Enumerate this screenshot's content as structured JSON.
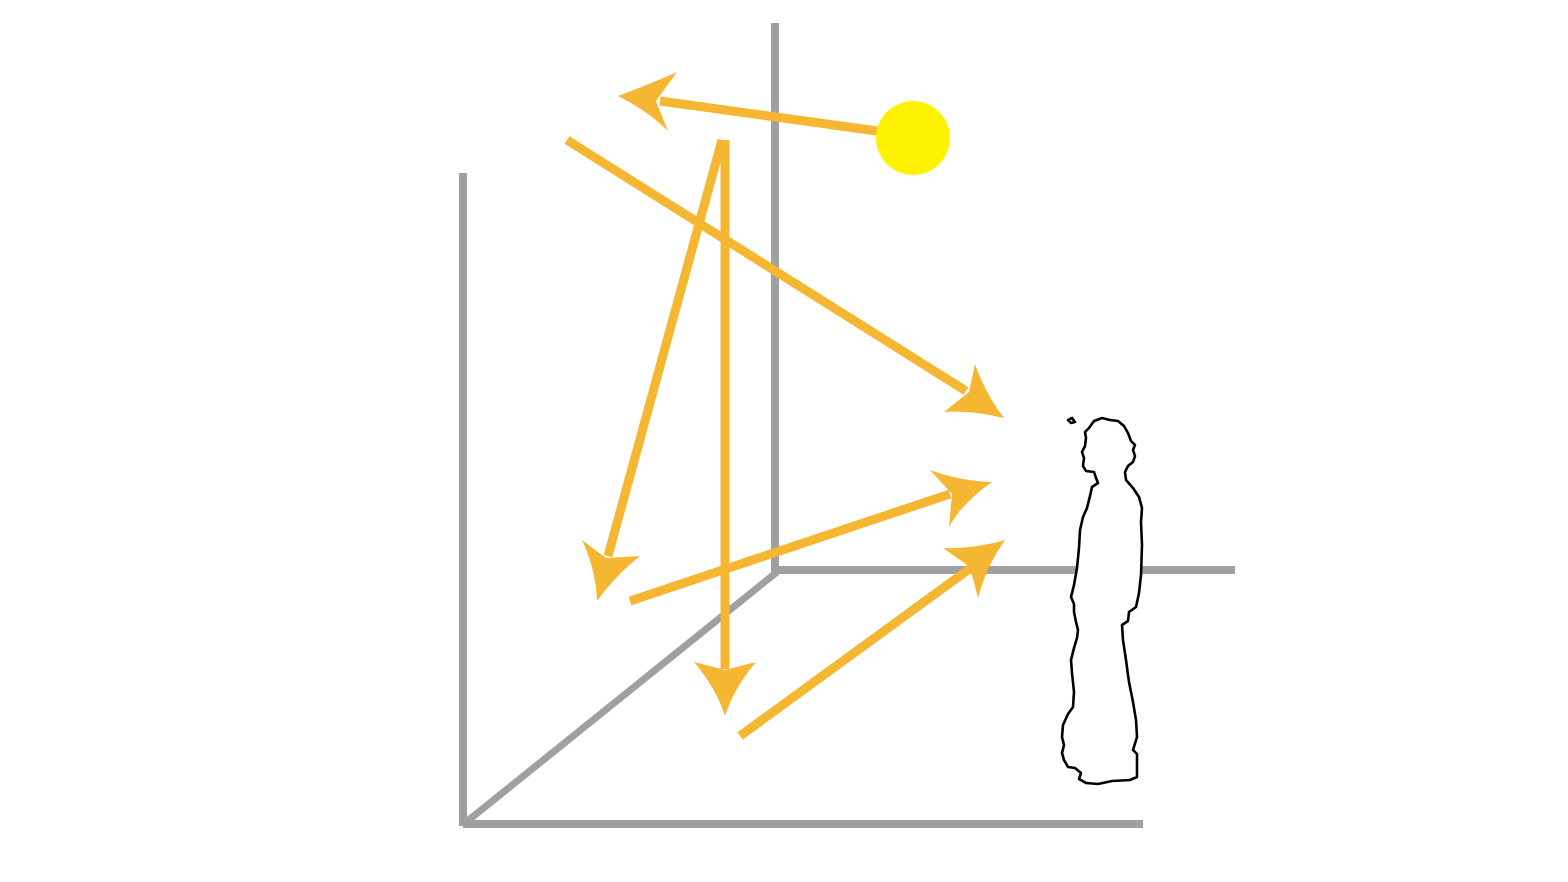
{
  "colors": {
    "background": "#ffffff",
    "axes": "#a0a0a0",
    "rays": "#f5b731",
    "sun": "#fff200",
    "person_outline": "#000000"
  },
  "elements": {
    "sun": {
      "shape": "circle",
      "color": "sun"
    },
    "axes": {
      "kind": "3d-axis-frame",
      "lines": 4
    },
    "rays": {
      "count": 6,
      "style": "straight arrows",
      "color": "rays"
    },
    "observer": {
      "kind": "standing-person-silhouette",
      "style": "outline"
    }
  }
}
